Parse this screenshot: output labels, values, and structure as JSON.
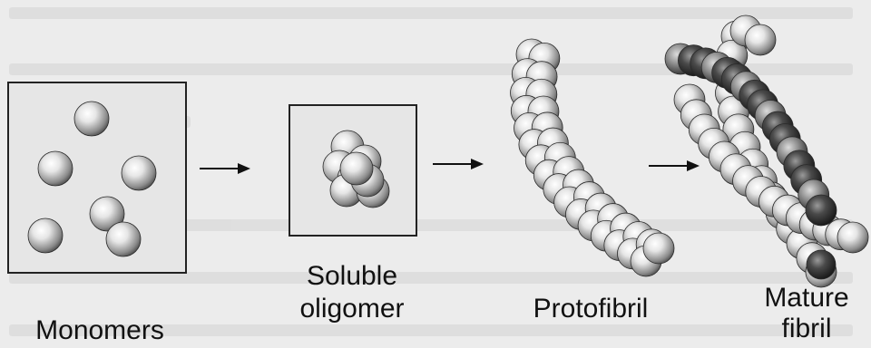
{
  "stages": {
    "monomers": {
      "label": "Monomers"
    },
    "oligomer": {
      "label_line1": "Soluble",
      "label_line2": "oligomer"
    },
    "protofibril": {
      "label": "Protofibril"
    },
    "mature": {
      "label_line1": "Mature",
      "label_line2": "fibril"
    }
  },
  "colors": {
    "sphere_light": "#f5f5f5",
    "sphere_mid": "#a8a8a8",
    "sphere_dark": "#3a3a3a",
    "box_fill": "#e6e6e6",
    "background": "#ececec"
  },
  "icons": [
    "arrow-right-icon"
  ]
}
